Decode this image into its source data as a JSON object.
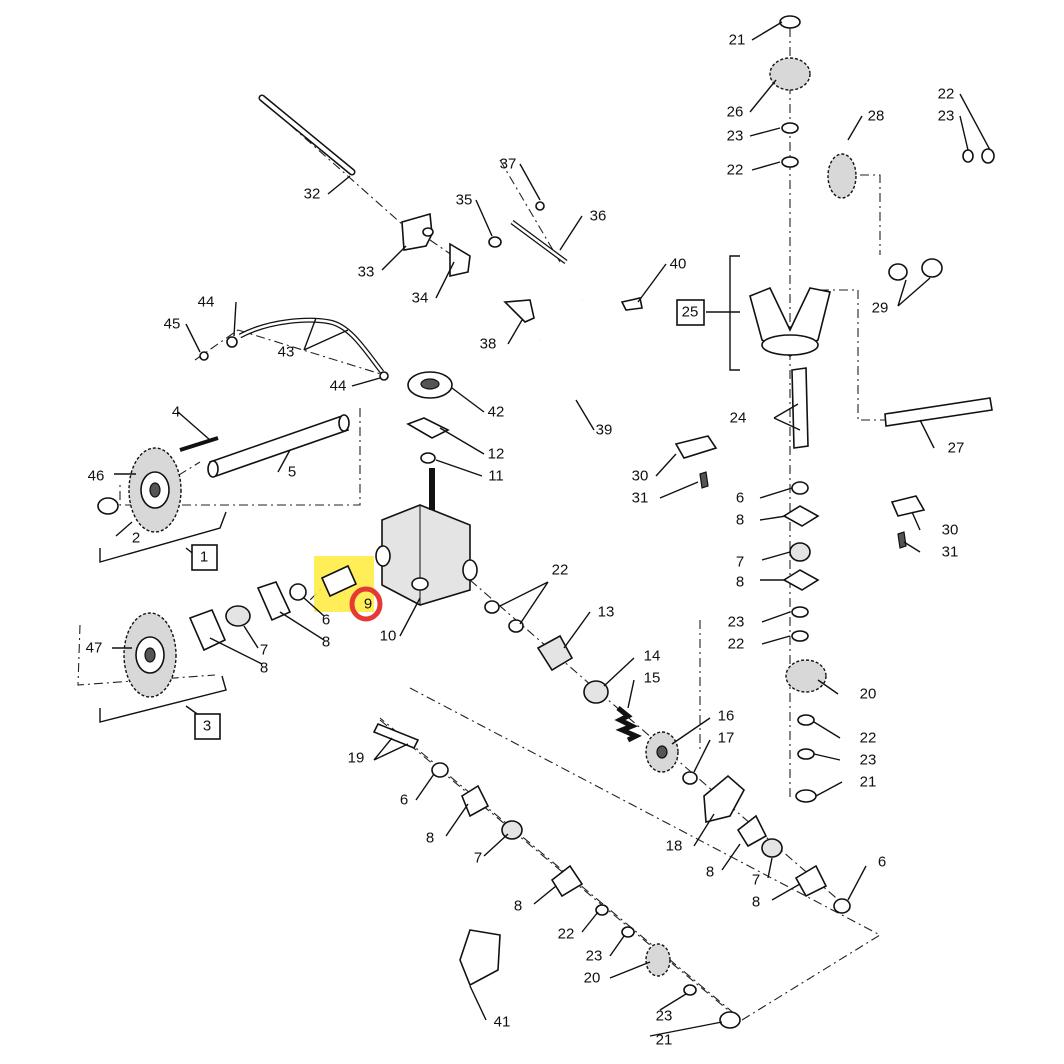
{
  "diagram": {
    "title": "Gearbox and drive assembly exploded parts diagram",
    "highlight": {
      "part": "9",
      "marker_color": "#ffeb3b",
      "circle_color": "#e53935"
    },
    "boxed_labels": [
      "1",
      "3",
      "25"
    ],
    "labels": [
      "21",
      "26",
      "23",
      "22",
      "28",
      "22",
      "23",
      "29",
      "32",
      "37",
      "35",
      "36",
      "33",
      "34",
      "40",
      "25",
      "38",
      "39",
      "44",
      "45",
      "43",
      "44",
      "42",
      "12",
      "11",
      "4",
      "5",
      "46",
      "2",
      "1",
      "24",
      "27",
      "30",
      "31",
      "30",
      "31",
      "6",
      "8",
      "7",
      "8",
      "10",
      "9",
      "6",
      "8",
      "7",
      "8",
      "47",
      "3",
      "22",
      "13",
      "14",
      "15",
      "16",
      "17",
      "18",
      "19",
      "6",
      "8",
      "7",
      "8",
      "22",
      "23",
      "20",
      "23",
      "21",
      "41",
      "23",
      "22",
      "20",
      "22",
      "23",
      "21",
      "8",
      "7",
      "8",
      "6"
    ]
  }
}
